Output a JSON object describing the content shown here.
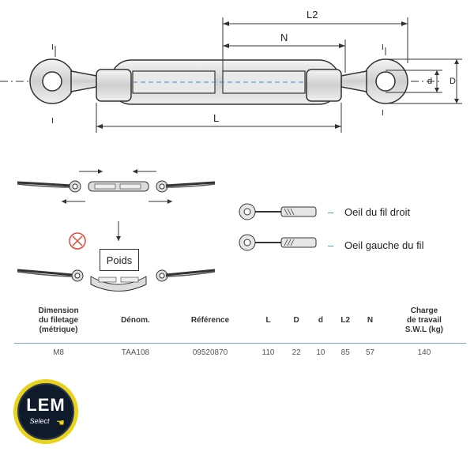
{
  "dimensions": {
    "L2": "L2",
    "N": "N",
    "L": "L",
    "d": "d",
    "D": "D",
    "I_top_left": "I",
    "I_top_right": "I",
    "I_bottom_left": "I",
    "I_bottom_right": "I"
  },
  "legend": [
    {
      "dash": "–",
      "label": "Oeil du fil droit"
    },
    {
      "dash": "–",
      "label": "Oeil gauche du fil"
    }
  ],
  "weight_label": "Poids",
  "table": {
    "headers": [
      [
        "Dimension",
        "du filetage",
        "(métrique)"
      ],
      [
        "Dénom."
      ],
      [
        "Référence"
      ],
      [
        "L"
      ],
      [
        "D"
      ],
      [
        "d"
      ],
      [
        "L2"
      ],
      [
        "N"
      ],
      [
        "Charge",
        "de travail",
        "S.W.L (kg)"
      ]
    ],
    "rows": [
      [
        "M8",
        "TAA108",
        "09520870",
        "110",
        "22",
        "10",
        "85",
        "57",
        "140"
      ]
    ]
  },
  "logo": {
    "text": "LEM",
    "subtext": "Select"
  },
  "colors": {
    "accent": "#3a8fc8",
    "logo_ring": "#e8d21a",
    "logo_bg": "#0f1a2a",
    "forbidden": "#e0483c"
  }
}
